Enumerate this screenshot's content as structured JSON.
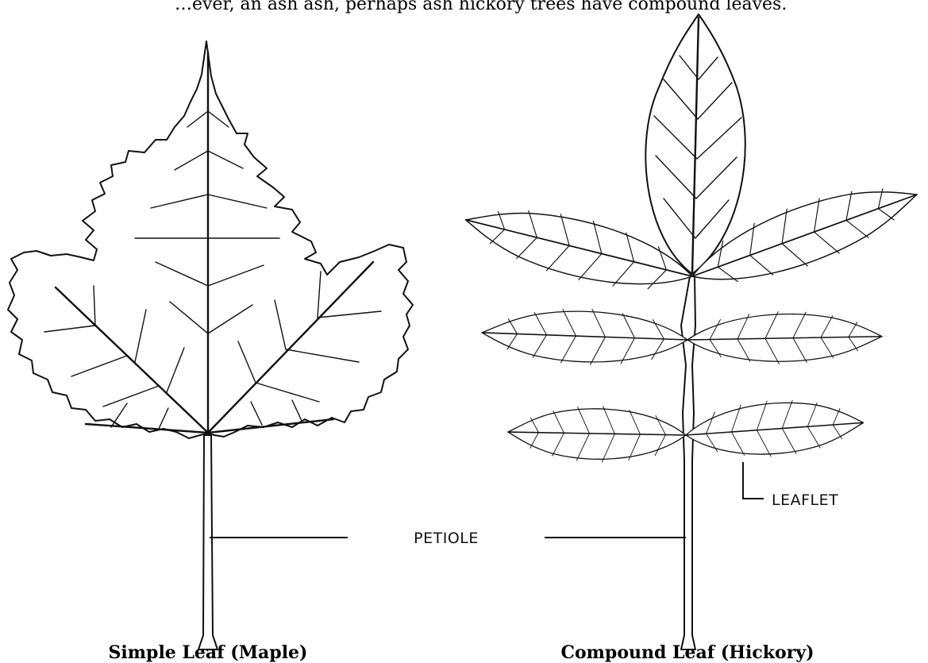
{
  "top_text": "…ever, an ash ash, perhaps ash hickory trees have compound leaves.",
  "simple_leaf": {
    "caption": "Simple Leaf (Maple)",
    "icon": "maple-leaf-icon"
  },
  "compound_leaf": {
    "caption": "Compound Leaf (Hickory)",
    "icon": "hickory-compound-leaf-icon"
  },
  "labels": {
    "petiole": "PETIOLE",
    "leaflet": "LEAFLET"
  },
  "colors": {
    "ink": "#111111",
    "paper": "#ffffff"
  }
}
